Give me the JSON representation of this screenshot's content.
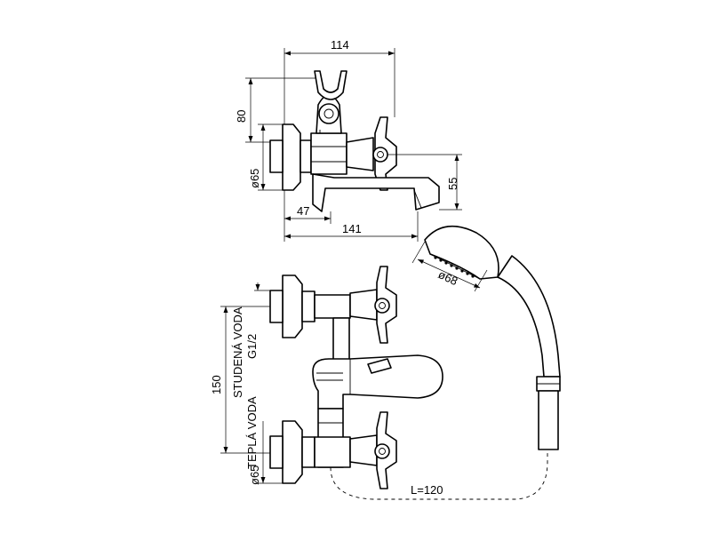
{
  "dimensions": {
    "top_width": "114",
    "top_height": "80",
    "top_dia": "ø65",
    "spout_drop": "55",
    "offset": "47",
    "spout_length": "141",
    "shower_dia": "ø68",
    "spacing": "150",
    "bottom_dia": "ø65",
    "hose_length": "L=120"
  },
  "labels": {
    "cold_water": "STUDENÁ VODA",
    "thread": "G1/2",
    "hot_water": "TEPLÁ VODA"
  }
}
